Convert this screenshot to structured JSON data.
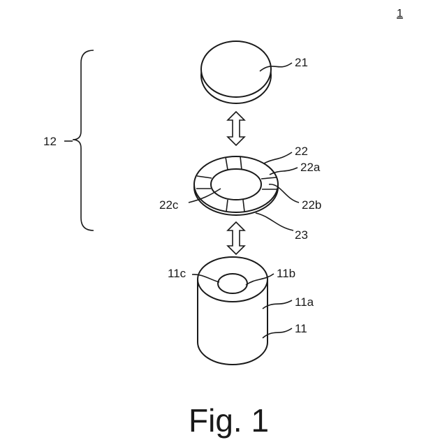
{
  "figure_ref": "1",
  "caption": "Fig. 1",
  "labels": {
    "l21": "21",
    "l22": "22",
    "l22a": "22a",
    "l22b": "22b",
    "l22c": "22c",
    "l23": "23",
    "l12": "12",
    "l11": "11",
    "l11a": "11a",
    "l11b": "11b",
    "l11c": "11c"
  }
}
